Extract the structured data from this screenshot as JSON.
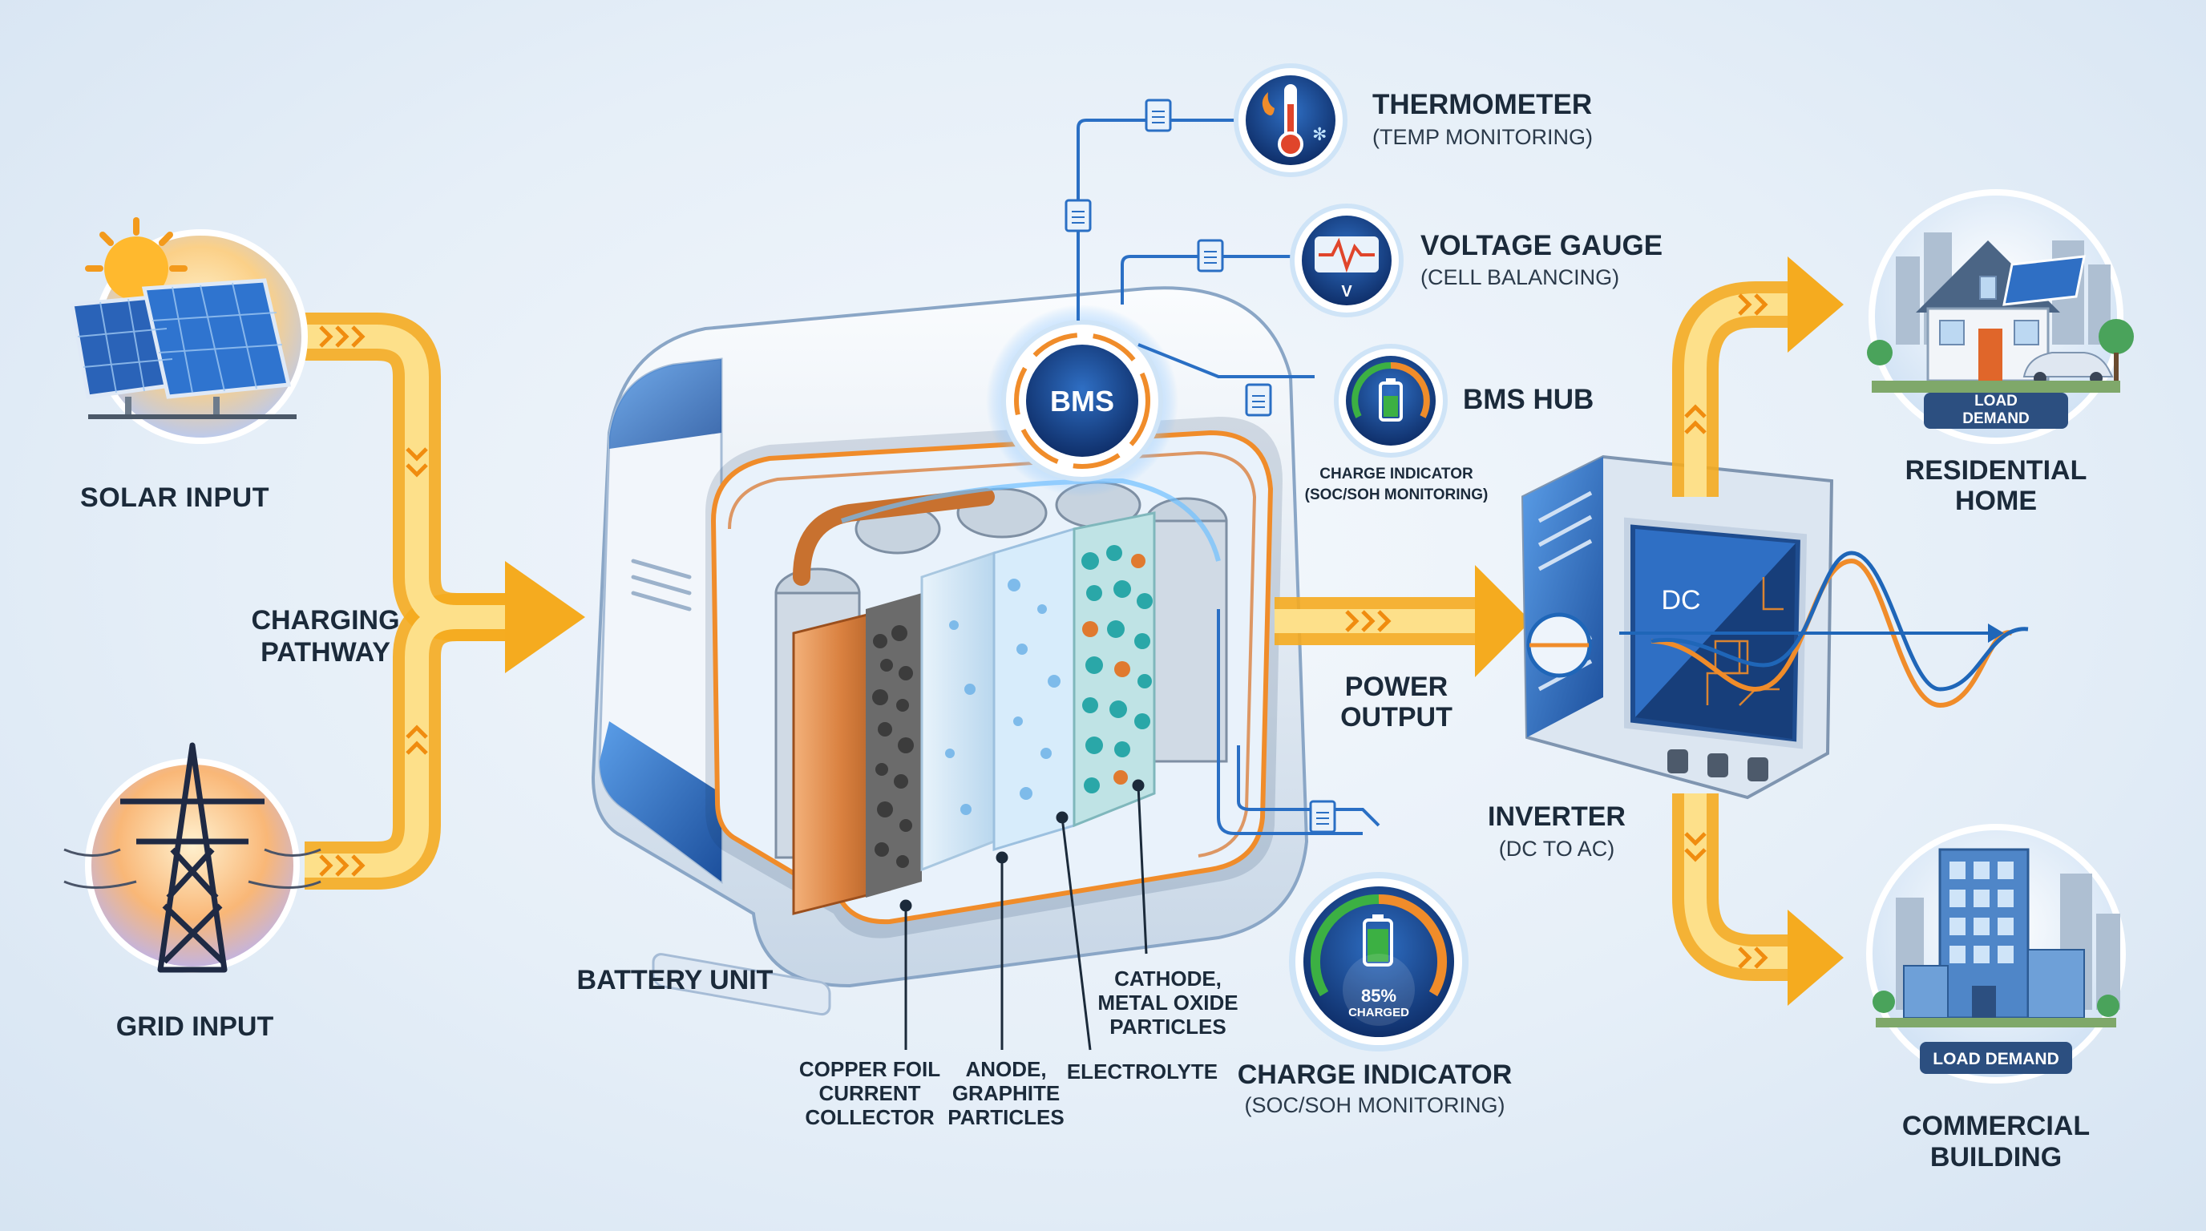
{
  "sources": {
    "solar": {
      "label": "SOLAR INPUT"
    },
    "grid": {
      "label": "GRID INPUT"
    },
    "pathway": {
      "label": "CHARGING PATHWAY"
    }
  },
  "battery": {
    "unit_label": "BATTERY UNIT",
    "bms_label": "BMS",
    "layers": {
      "copper": "COPPER FOIL CURRENT COLLECTOR",
      "anode": "ANODE, GRAPHITE PARTICLES",
      "electrolyte": "ELECTROLYTE",
      "cathode": "CATHODE, METAL OXIDE PARTICLES"
    }
  },
  "monitors": {
    "thermometer": {
      "title": "THERMOMETER",
      "subtitle": "(TEMP MONITORING)"
    },
    "voltage": {
      "title": "VOLTAGE GAUGE",
      "subtitle": "(CELL BALANCING)",
      "gauge_letter": "V"
    },
    "bms_hub": {
      "title": "BMS HUB",
      "caption": "CHARGE INDICATOR (SOC/SOH MONITORING)"
    },
    "charge": {
      "title": "CHARGE INDICATOR",
      "subtitle": "(SOC/SOH MONITORING)",
      "percent_text": "85%",
      "charged_text": "CHARGED",
      "level": 0.85
    }
  },
  "output": {
    "power_label": "POWER OUTPUT",
    "inverter": {
      "title": "INVERTER",
      "subtitle": "(DC TO AC)",
      "dc_label": "DC"
    }
  },
  "loads": {
    "residential": {
      "title": "RESIDENTIAL HOME",
      "badge": "LOAD DEMAND"
    },
    "commercial": {
      "title": "COMMERCIAL BUILDING",
      "badge": "LOAD DEMAND"
    }
  },
  "colors": {
    "arrow": "#f7b52c",
    "arrow_light": "#fde08a",
    "copper": "#d9803f",
    "accent_blue": "#1f66b8",
    "navy": "#1d3f7a",
    "gauge_green": "#3cb043"
  }
}
